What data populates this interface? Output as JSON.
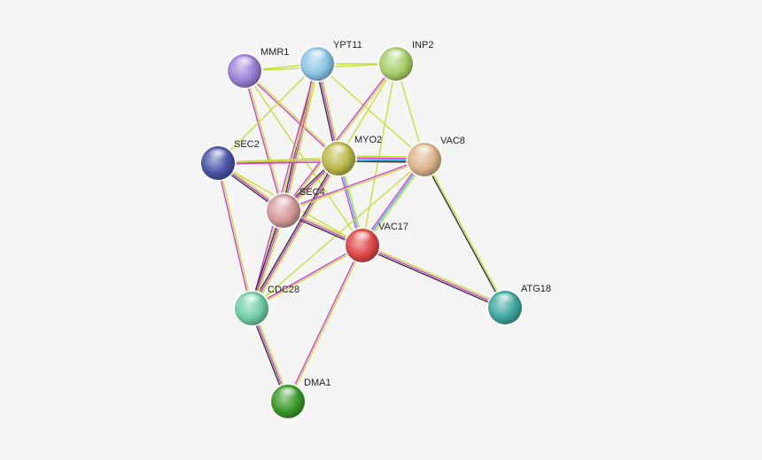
{
  "nodes": [
    {
      "id": "MMR1",
      "label": "MMR1",
      "color": "#9b80d8"
    },
    {
      "id": "YPT11",
      "label": "YPT11",
      "color": "#8cc6e6"
    },
    {
      "id": "INP2",
      "label": "INP2",
      "color": "#a9cf6a"
    },
    {
      "id": "SEC2",
      "label": "SEC2",
      "color": "#4a55a8"
    },
    {
      "id": "MYO2",
      "label": "MYO2",
      "color": "#bcb84a"
    },
    {
      "id": "VAC8",
      "label": "VAC8",
      "color": "#ddb48a"
    },
    {
      "id": "SEC4",
      "label": "SEC4",
      "color": "#d59a9a"
    },
    {
      "id": "VAC17",
      "label": "VAC17",
      "color": "#e04848"
    },
    {
      "id": "CDC28",
      "label": "CDC28",
      "color": "#6fcfa6"
    },
    {
      "id": "ATG18",
      "label": "ATG18",
      "color": "#3fa8a0"
    },
    {
      "id": "DMA1",
      "label": "DMA1",
      "color": "#3a9a2a"
    }
  ],
  "edge_colors": {
    "text_mining": "#c6e03a",
    "experiments": "#d23fd2",
    "coexpression": "#333333",
    "database": "#3ab8e6",
    "homology": "#8a7acb"
  },
  "edges": [
    {
      "source": "MMR1",
      "target": "YPT11",
      "types": [
        "text_mining"
      ]
    },
    {
      "source": "MMR1",
      "target": "INP2",
      "types": [
        "text_mining"
      ]
    },
    {
      "source": "MMR1",
      "target": "MYO2",
      "types": [
        "text_mining",
        "experiments"
      ]
    },
    {
      "source": "MMR1",
      "target": "SEC4",
      "types": [
        "text_mining",
        "experiments"
      ]
    },
    {
      "source": "MMR1",
      "target": "VAC17",
      "types": [
        "text_mining"
      ]
    },
    {
      "source": "YPT11",
      "target": "INP2",
      "types": [
        "text_mining"
      ]
    },
    {
      "source": "YPT11",
      "target": "SEC2",
      "types": [
        "text_mining"
      ]
    },
    {
      "source": "YPT11",
      "target": "MYO2",
      "types": [
        "text_mining",
        "experiments",
        "coexpression"
      ]
    },
    {
      "source": "YPT11",
      "target": "SEC4",
      "types": [
        "text_mining",
        "experiments",
        "coexpression"
      ]
    },
    {
      "source": "YPT11",
      "target": "VAC8",
      "types": [
        "text_mining"
      ]
    },
    {
      "source": "YPT11",
      "target": "CDC28",
      "types": [
        "text_mining",
        "experiments"
      ]
    },
    {
      "source": "INP2",
      "target": "MYO2",
      "types": [
        "text_mining"
      ]
    },
    {
      "source": "INP2",
      "target": "VAC8",
      "types": [
        "text_mining"
      ]
    },
    {
      "source": "INP2",
      "target": "SEC4",
      "types": [
        "text_mining",
        "experiments"
      ]
    },
    {
      "source": "INP2",
      "target": "VAC17",
      "types": [
        "text_mining"
      ]
    },
    {
      "source": "SEC2",
      "target": "MYO2",
      "types": [
        "text_mining",
        "experiments"
      ]
    },
    {
      "source": "SEC2",
      "target": "VAC8",
      "types": [
        "text_mining",
        "experiments"
      ]
    },
    {
      "source": "SEC2",
      "target": "SEC4",
      "types": [
        "text_mining",
        "experiments",
        "coexpression"
      ]
    },
    {
      "source": "SEC2",
      "target": "CDC28",
      "types": [
        "text_mining",
        "experiments"
      ]
    },
    {
      "source": "SEC2",
      "target": "VAC17",
      "types": [
        "text_mining"
      ]
    },
    {
      "source": "MYO2",
      "target": "VAC8",
      "types": [
        "text_mining",
        "experiments",
        "database",
        "coexpression"
      ]
    },
    {
      "source": "MYO2",
      "target": "SEC4",
      "types": [
        "text_mining",
        "experiments",
        "coexpression"
      ]
    },
    {
      "source": "MYO2",
      "target": "VAC17",
      "types": [
        "text_mining",
        "database",
        "experiments"
      ]
    },
    {
      "source": "MYO2",
      "target": "CDC28",
      "types": [
        "text_mining",
        "experiments",
        "coexpression"
      ]
    },
    {
      "source": "VAC8",
      "target": "VAC17",
      "types": [
        "text_mining",
        "database",
        "experiments"
      ]
    },
    {
      "source": "VAC8",
      "target": "SEC4",
      "types": [
        "text_mining",
        "experiments"
      ]
    },
    {
      "source": "VAC8",
      "target": "ATG18",
      "types": [
        "text_mining",
        "coexpression"
      ]
    },
    {
      "source": "VAC8",
      "target": "CDC28",
      "types": [
        "text_mining"
      ]
    },
    {
      "source": "SEC4",
      "target": "VAC17",
      "types": [
        "text_mining",
        "experiments",
        "coexpression"
      ]
    },
    {
      "source": "SEC4",
      "target": "CDC28",
      "types": [
        "text_mining",
        "experiments",
        "coexpression"
      ]
    },
    {
      "source": "VAC17",
      "target": "ATG18",
      "types": [
        "text_mining",
        "experiments",
        "coexpression"
      ]
    },
    {
      "source": "VAC17",
      "target": "CDC28",
      "types": [
        "text_mining",
        "experiments"
      ]
    },
    {
      "source": "VAC17",
      "target": "DMA1",
      "types": [
        "text_mining",
        "experiments"
      ]
    },
    {
      "source": "CDC28",
      "target": "DMA1",
      "types": [
        "text_mining",
        "experiments",
        "coexpression"
      ]
    }
  ]
}
